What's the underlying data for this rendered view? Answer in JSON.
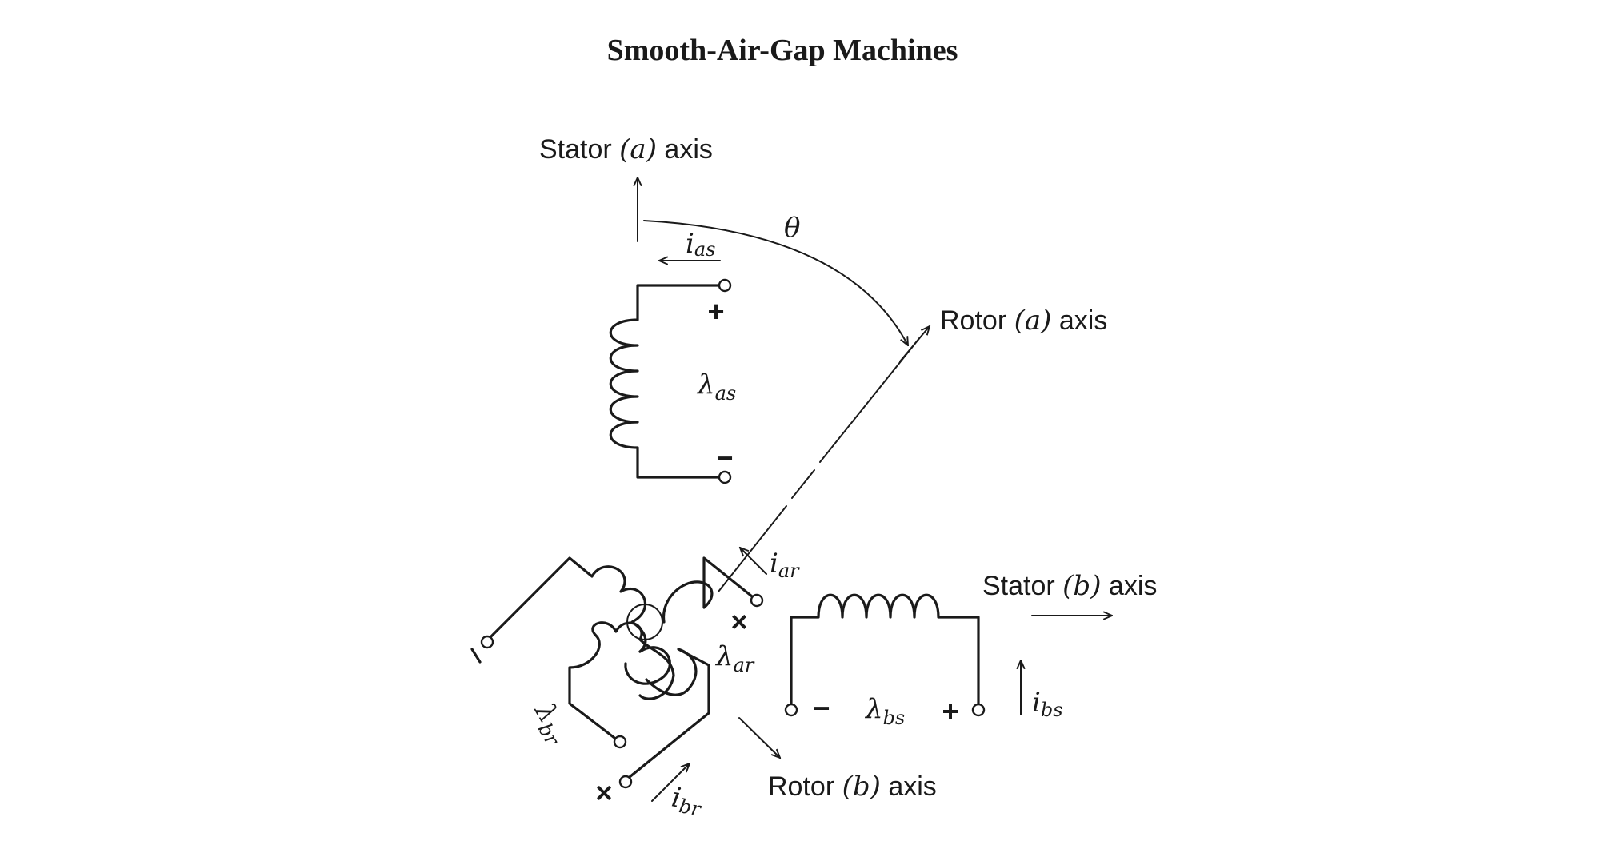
{
  "title": "Smooth-Air-Gap Machines",
  "axes": {
    "stator_a": {
      "prefix": "Stator ",
      "var": "(a)",
      "suffix": " axis"
    },
    "rotor_a": {
      "prefix": "Rotor ",
      "var": "(a)",
      "suffix": " axis"
    },
    "stator_b": {
      "prefix": "Stator ",
      "var": "(b)",
      "suffix": " axis"
    },
    "rotor_b": {
      "prefix": "Rotor ",
      "var": "(b)",
      "suffix": " axis"
    }
  },
  "angle": "θ",
  "currents": {
    "ias": {
      "base": "i",
      "sub": "as"
    },
    "iar": {
      "base": "i",
      "sub": "ar"
    },
    "ibs": {
      "base": "i",
      "sub": "bs"
    },
    "ibr": {
      "base": "i",
      "sub": "br"
    }
  },
  "flux_linkages": {
    "las": {
      "base": "λ",
      "sub": "as"
    },
    "lar": {
      "base": "λ",
      "sub": "ar"
    },
    "lbs": {
      "base": "λ",
      "sub": "bs"
    },
    "lbr": {
      "base": "λ",
      "sub": "br"
    }
  },
  "polarity": {
    "plus": "+",
    "minus": "−",
    "cross": "×"
  }
}
